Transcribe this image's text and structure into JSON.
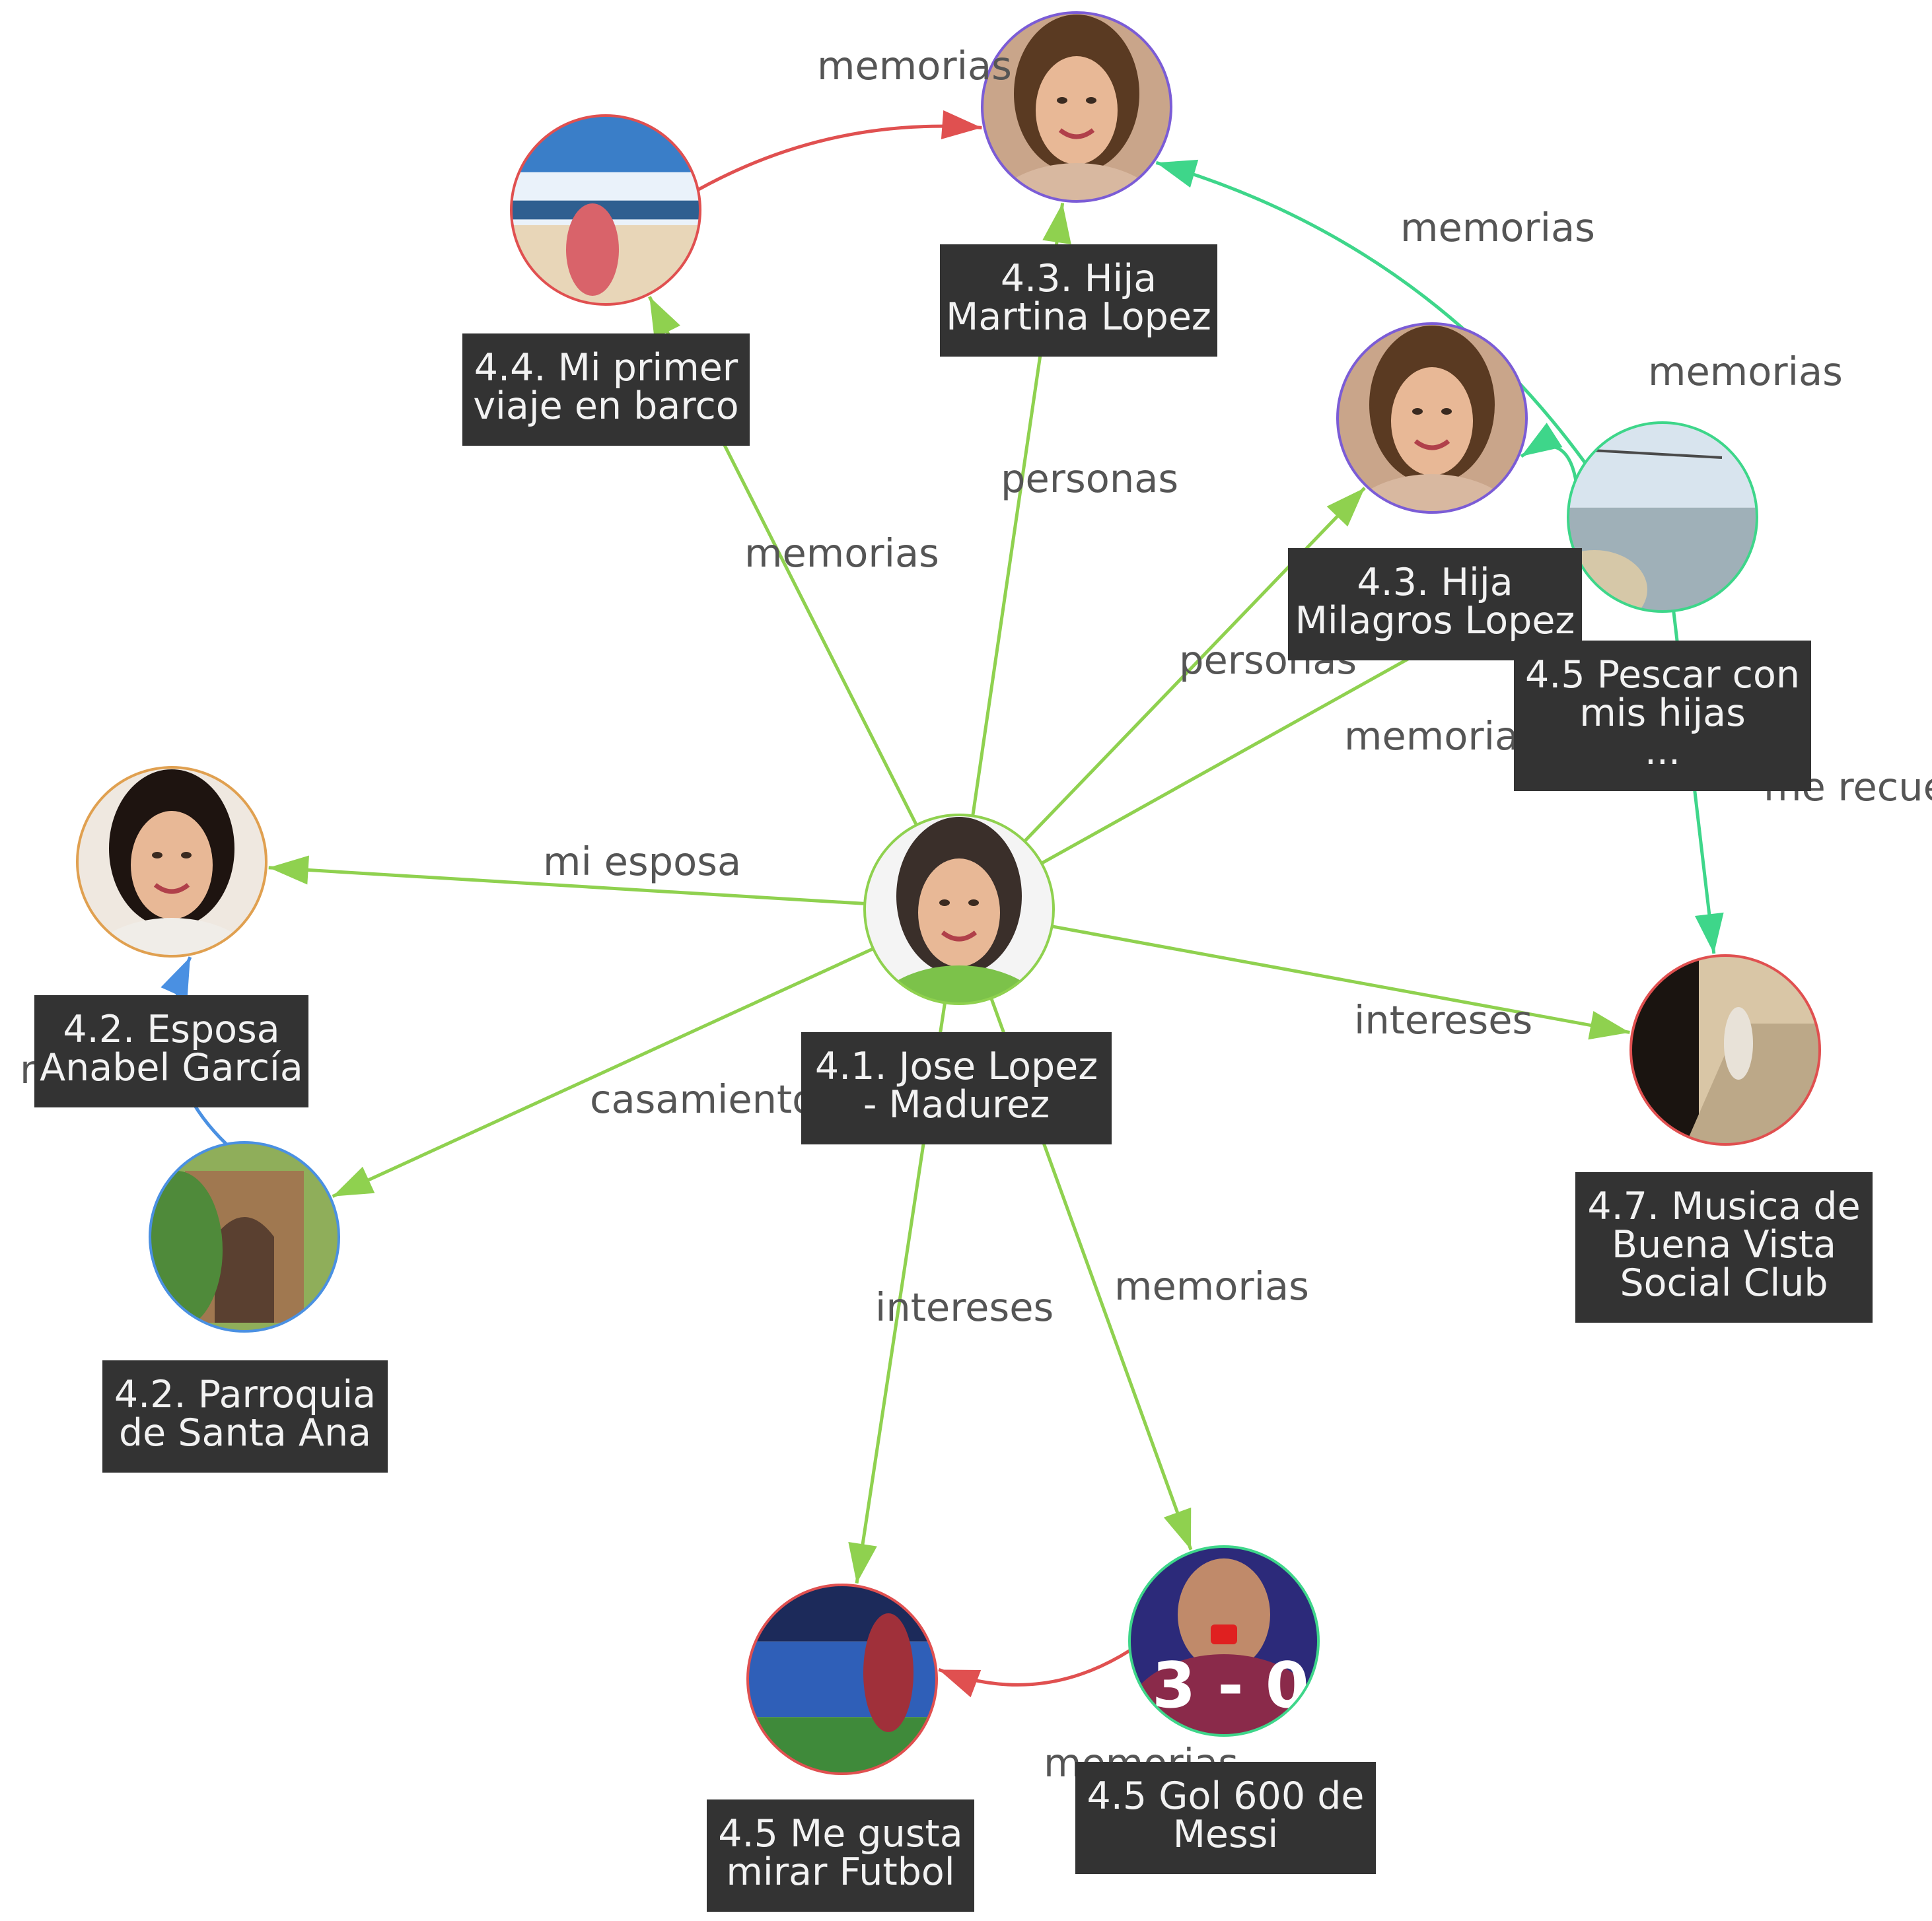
{
  "nodes": [
    {
      "id": "jose",
      "label_lines": [
        "4.1. Jose Lopez",
        "- Madurez"
      ],
      "border": "#8fd14f",
      "photo": "man-portrait"
    },
    {
      "id": "martina",
      "label_lines": [
        "4.3. Hija",
        "Martina Lopez"
      ],
      "border": "#7b5cd6",
      "photo": "woman-portrait"
    },
    {
      "id": "milagros",
      "label_lines": [
        "4.3. Hija",
        "Milagros Lopez"
      ],
      "border": "#7b5cd6",
      "photo": "woman-portrait"
    },
    {
      "id": "barco",
      "label_lines": [
        "4.4. Mi primer",
        "viaje en barco"
      ],
      "border": "#e05050",
      "photo": "cruise-ship-beach"
    },
    {
      "id": "pescar",
      "label_lines": [
        "4.5 Pescar con",
        "mis hijas",
        "..."
      ],
      "border": "#3ed68a",
      "photo": "fishing-lake"
    },
    {
      "id": "anabel",
      "label_lines": [
        "4.2. Esposa",
        "Anabel García"
      ],
      "border": "#e0a050",
      "photo": "woman-portrait"
    },
    {
      "id": "parroquia",
      "label_lines": [
        "4.2. Parroquia",
        "de Santa Ana"
      ],
      "border": "#4a90e2",
      "photo": "church"
    },
    {
      "id": "buenavista",
      "label_lines": [
        "4.7. Musica de",
        "Buena Vista",
        "Social Club"
      ],
      "border": "#e05050",
      "photo": "album-cover"
    },
    {
      "id": "futbol",
      "label_lines": [
        "4.5 Me gusta",
        "mirar Futbol"
      ],
      "border": "#e05050",
      "photo": "football-player"
    },
    {
      "id": "messi",
      "label_lines": [
        "4.5 Gol 600 de",
        "Messi"
      ],
      "border": "#3ed68a",
      "photo": "football-video",
      "overlay": "3 - 0"
    }
  ],
  "edges": [
    {
      "from": "jose",
      "to": "martina",
      "label": "personas",
      "color": "#8fd14f"
    },
    {
      "from": "jose",
      "to": "barco",
      "label": "memorias",
      "color": "#8fd14f"
    },
    {
      "from": "jose",
      "to": "milagros",
      "label": "personas",
      "color": "#8fd14f"
    },
    {
      "from": "jose",
      "to": "pescar",
      "label": "memorias",
      "color": "#8fd14f"
    },
    {
      "from": "jose",
      "to": "anabel",
      "label": "mi esposa",
      "color": "#8fd14f"
    },
    {
      "from": "jose",
      "to": "parroquia",
      "label": "casamiento",
      "color": "#8fd14f"
    },
    {
      "from": "jose",
      "to": "buenavista",
      "label": "intereses",
      "color": "#8fd14f"
    },
    {
      "from": "jose",
      "to": "futbol",
      "label": "intereses",
      "color": "#8fd14f"
    },
    {
      "from": "jose",
      "to": "messi",
      "label": "memorias",
      "color": "#8fd14f"
    },
    {
      "from": "barco",
      "to": "martina",
      "label": "memorias",
      "color": "#e05050"
    },
    {
      "from": "pescar",
      "to": "martina",
      "label": "memorias",
      "color": "#3ed68a"
    },
    {
      "from": "pescar",
      "to": "milagros",
      "label": "memorias",
      "color": "#3ed68a"
    },
    {
      "from": "pescar",
      "to": "buenavista",
      "label": "me recuerda a",
      "color": "#3ed68a"
    },
    {
      "from": "parroquia",
      "to": "anabel",
      "label": "m",
      "color": "#4a90e2"
    },
    {
      "from": "messi",
      "to": "futbol",
      "label": "memorias",
      "color": "#e05050"
    }
  ]
}
